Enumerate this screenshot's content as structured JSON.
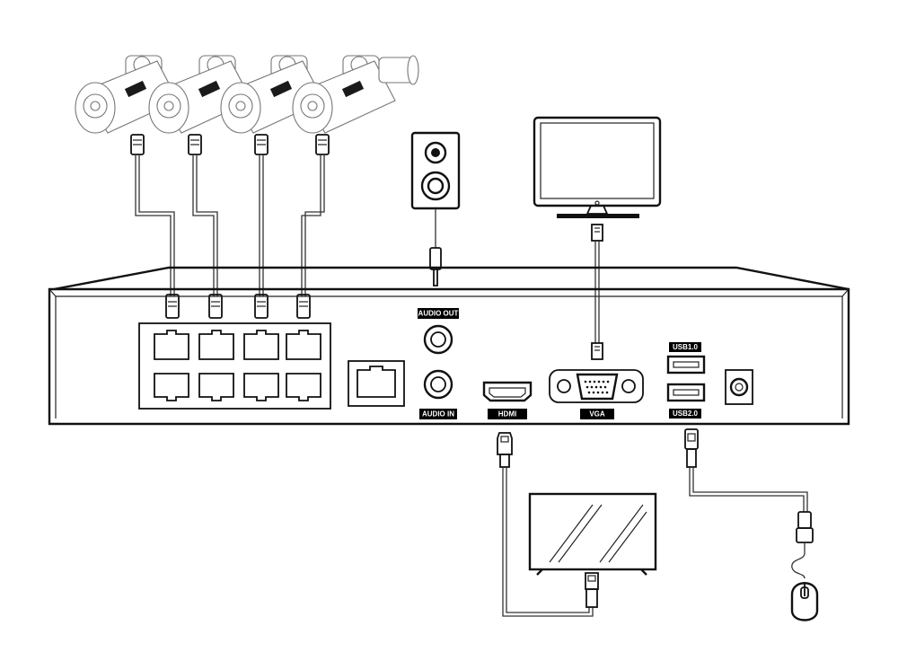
{
  "labels": {
    "audio_out": "AUDIO OUT",
    "audio_in": "AUDIO IN",
    "hdmi": "HDMI",
    "vga": "VGA",
    "usb1": "USB1.0",
    "usb2": "USB2.0"
  },
  "cameras": [
    {
      "id": "camera-1"
    },
    {
      "id": "camera-2"
    },
    {
      "id": "camera-3"
    },
    {
      "id": "camera-4"
    }
  ],
  "colors": {
    "line": "#111111",
    "label_bg": "#000000",
    "label_text": "#ffffff",
    "camera_accent": "#1f7a3a"
  }
}
